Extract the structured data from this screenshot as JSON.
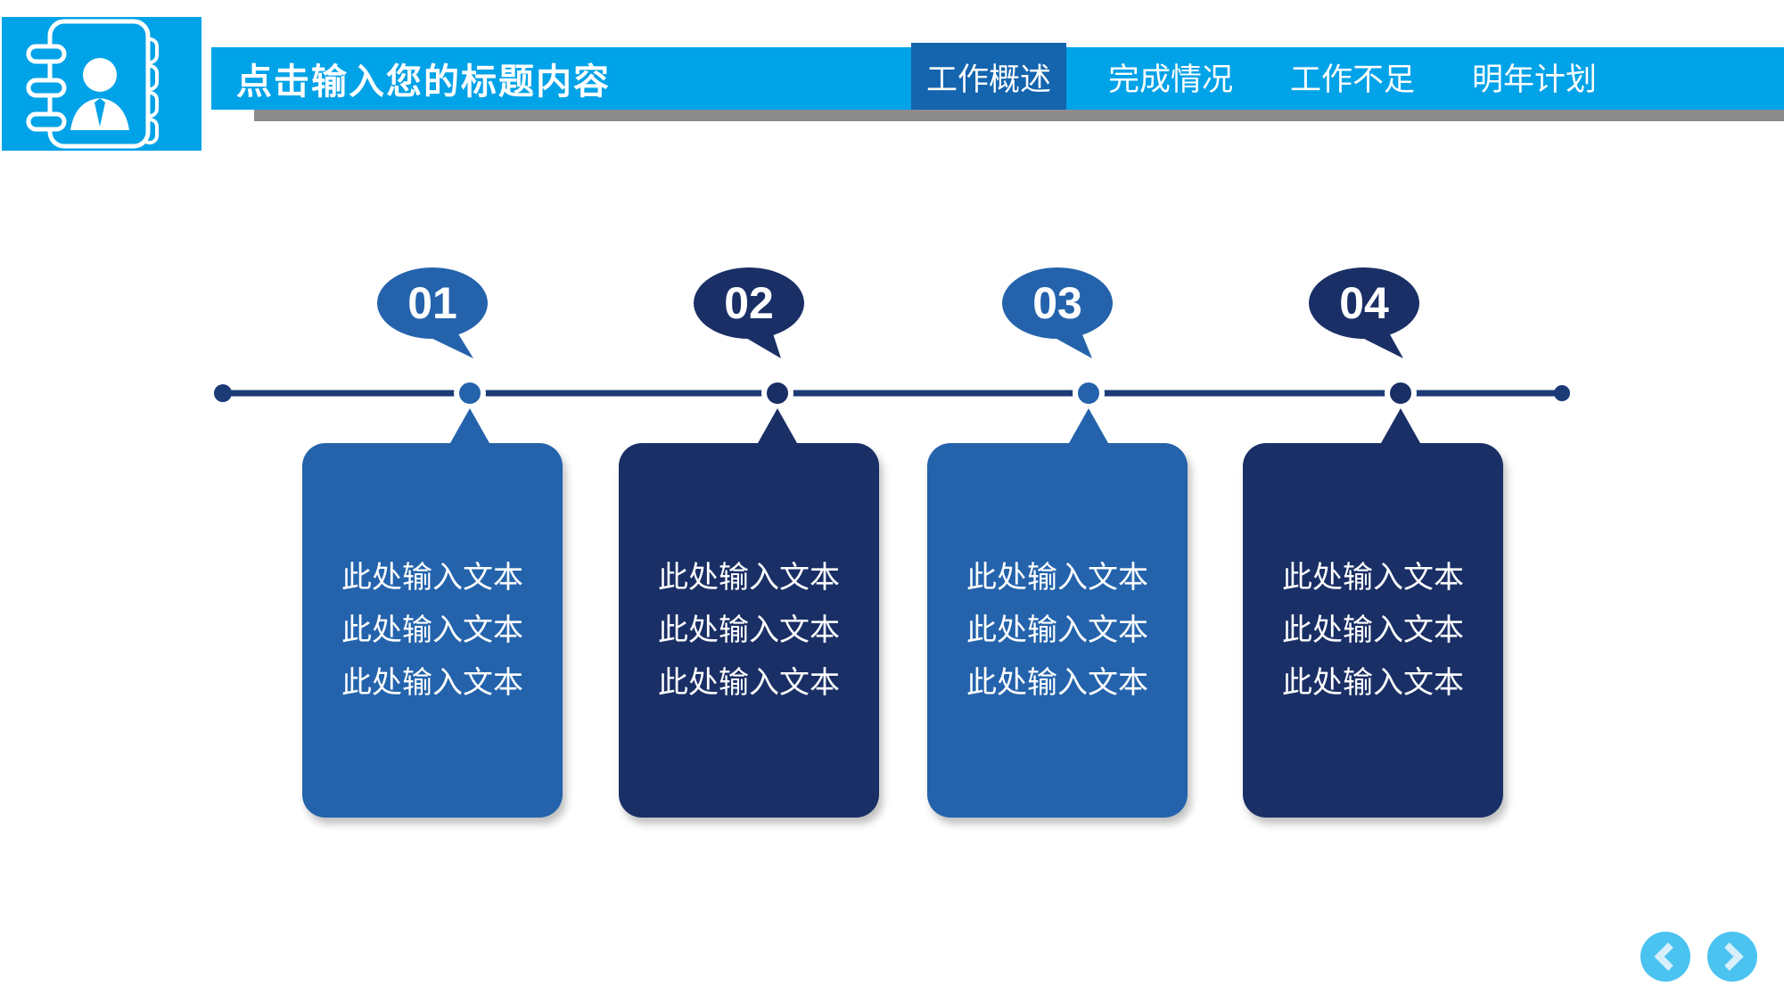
{
  "colors": {
    "cyan": "#00A2E8",
    "button_cyan": "#4AC3F0",
    "chevron_pale": "#D6EFFB",
    "tab_active_bg": "#1464AE",
    "blue": "#2463AC",
    "navy": "#1A2F66",
    "line_navy": "#1B3A76",
    "shadow_gray": "#8C8C8C",
    "white": "#FFFFFF"
  },
  "header": {
    "title": "点击输入您的标题内容",
    "logo_icon": "address-book-icon",
    "tabs": [
      {
        "label": "工作概述",
        "active": true
      },
      {
        "label": "完成情况",
        "active": false
      },
      {
        "label": "工作不足",
        "active": false
      },
      {
        "label": "明年计划",
        "active": false
      }
    ]
  },
  "timeline": {
    "steps": [
      {
        "number": "01",
        "theme": "blue",
        "lines": [
          "此处输入文本",
          "此处输入文本",
          "此处输入文本"
        ]
      },
      {
        "number": "02",
        "theme": "navy",
        "lines": [
          "此处输入文本",
          "此处输入文本",
          "此处输入文本"
        ]
      },
      {
        "number": "03",
        "theme": "blue",
        "lines": [
          "此处输入文本",
          "此处输入文本",
          "此处输入文本"
        ]
      },
      {
        "number": "04",
        "theme": "navy",
        "lines": [
          "此处输入文本",
          "此处输入文本",
          "此处输入文本"
        ]
      }
    ]
  },
  "footer": {
    "prev_icon": "chevron-left-icon",
    "next_icon": "chevron-right-icon"
  }
}
